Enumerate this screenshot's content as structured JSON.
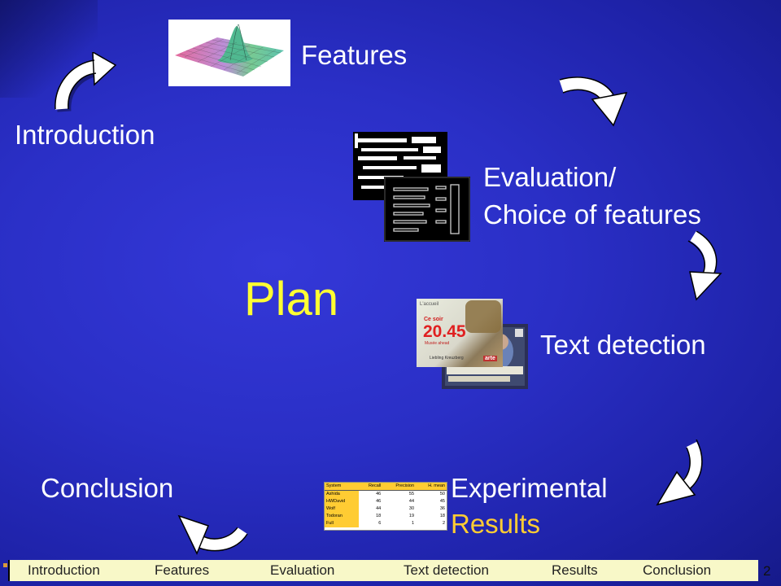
{
  "slide": {
    "title": "Plan",
    "labels": {
      "introduction": "Introduction",
      "features": "Features",
      "evaluation_line1": "Evaluation/",
      "evaluation_line2": "Choice of features",
      "text_detection": "Text detection",
      "experimental_line1": "Experimental",
      "experimental_line2": "Results",
      "conclusion": "Conclusion"
    },
    "video_frame": {
      "line1": "L'accueil",
      "line2": "Ce soir",
      "big": "20.45",
      "line3": "Musée ahead",
      "line4": "Liebling Kreuzberg",
      "brand": "arte"
    },
    "results_table": {
      "headers": [
        "System",
        "Recall",
        "Precision",
        "H. mean"
      ],
      "rows": [
        [
          "Ashida",
          "46",
          "55",
          "50"
        ],
        [
          "HWDavid",
          "46",
          "44",
          "45"
        ],
        [
          "Wolf",
          "44",
          "30",
          "36"
        ],
        [
          "Todoran",
          "18",
          "19",
          "18"
        ],
        [
          "Full",
          "6",
          "1",
          "2"
        ]
      ]
    }
  },
  "nav": {
    "items": [
      "Introduction",
      "Features",
      "Evaluation",
      "Text detection",
      "Results",
      "Conclusion"
    ],
    "page_number": "2"
  },
  "colors": {
    "background": "#2a2fc6",
    "title": "#ffff33",
    "accent": "#ffcc33",
    "text": "#ffffff",
    "navbar": "#f8f8c8"
  }
}
